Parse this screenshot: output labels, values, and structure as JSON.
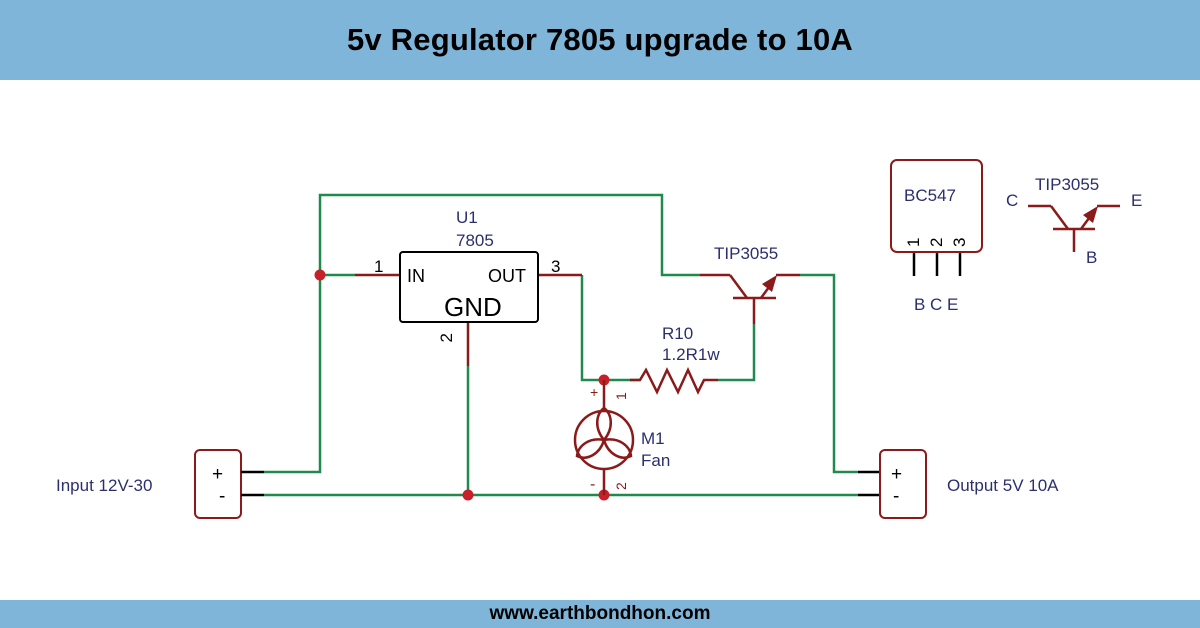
{
  "title": "5v Regulator 7805 upgrade to 10A",
  "footer": "www.earthbondhon.com",
  "colors": {
    "banner": "#7fb5d8",
    "wire": "#1f8a4c",
    "component": "#8b1a1a",
    "junction": "#c8202a",
    "label": "#2b2f6e"
  },
  "regulator": {
    "ref": "U1",
    "value": "7805",
    "pin_in_label": "IN",
    "pin_out_label": "OUT",
    "pin_gnd_label": "GND",
    "pin_in_number": "1",
    "pin_gnd_number": "2",
    "pin_out_number": "3"
  },
  "transistor": {
    "value": "TIP3055"
  },
  "resistor": {
    "ref": "R10",
    "value": "1.2R1w"
  },
  "fan": {
    "ref": "M1",
    "value": "Fan",
    "pin1_number": "1",
    "pin2_number": "2",
    "plus": "+",
    "minus": "-"
  },
  "input_connector": {
    "label": "Input 12V-30",
    "plus": "+",
    "minus": "-"
  },
  "output_connector": {
    "label": "Output 5V 10A",
    "plus": "+",
    "minus": "-"
  },
  "pinout_bc547": {
    "name": "BC547",
    "pin_numbers": [
      "1",
      "2",
      "3"
    ],
    "pin_letters": "B C E"
  },
  "pinout_tip3055": {
    "name": "TIP3055",
    "collector": "C",
    "emitter": "E",
    "base": "B"
  }
}
